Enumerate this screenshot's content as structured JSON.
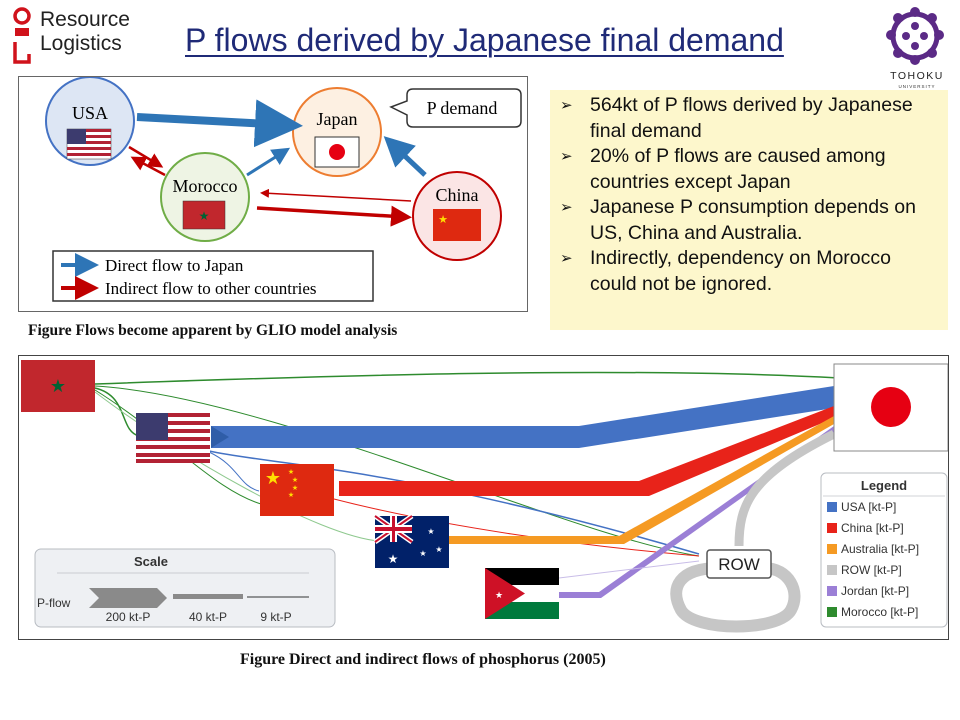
{
  "header": {
    "logo_left_line1": "Resource",
    "logo_left_line2": "Logistics",
    "title": "P flows derived by Japanese final demand",
    "logo_right_text": "TOHOKU",
    "logo_right_subtext": "UNIVERSITY"
  },
  "diagram": {
    "nodes": {
      "usa": "USA",
      "japan": "Japan",
      "morocco": "Morocco",
      "china": "China"
    },
    "callout": "P demand",
    "legend": [
      {
        "label": "Direct flow to Japan",
        "color": "#2e75b6"
      },
      {
        "label": "Indirect flow to other countries",
        "color": "#c00000"
      }
    ],
    "caption": "Figure Flows become apparent by GLIO model analysis"
  },
  "bullets": [
    "564kt of P flows derived by Japanese final demand",
    "20% of P flows are caused among countries except Japan",
    "Japanese P consumption depends on US, China and Australia.",
    "Indirectly, dependency on Morocco could not be ignored."
  ],
  "sankey": {
    "row_label": "ROW",
    "legend_title": "Legend",
    "legend": [
      {
        "label": "USA [kt-P]",
        "color": "#4472c4"
      },
      {
        "label": "China [kt-P]",
        "color": "#e8231a"
      },
      {
        "label": "Australia [kt-P]",
        "color": "#f59a23"
      },
      {
        "label": "ROW [kt-P]",
        "color": "#c6c6c6"
      },
      {
        "label": "Jordan [kt-P]",
        "color": "#9b7fd6"
      },
      {
        "label": "Morocco [kt-P]",
        "color": "#2e8b2e"
      }
    ],
    "scale": {
      "title": "Scale",
      "row_label": "P-flow",
      "items": [
        "200 kt-P",
        "40 kt-P",
        "9 kt-P"
      ]
    },
    "caption": "Figure Direct and indirect flows of phosphorus (2005)"
  },
  "colors": {
    "title": "#1f2a77",
    "bullet_bg": "#fdf7cc",
    "direct_flow": "#2e75b6",
    "indirect_flow": "#c00000"
  }
}
